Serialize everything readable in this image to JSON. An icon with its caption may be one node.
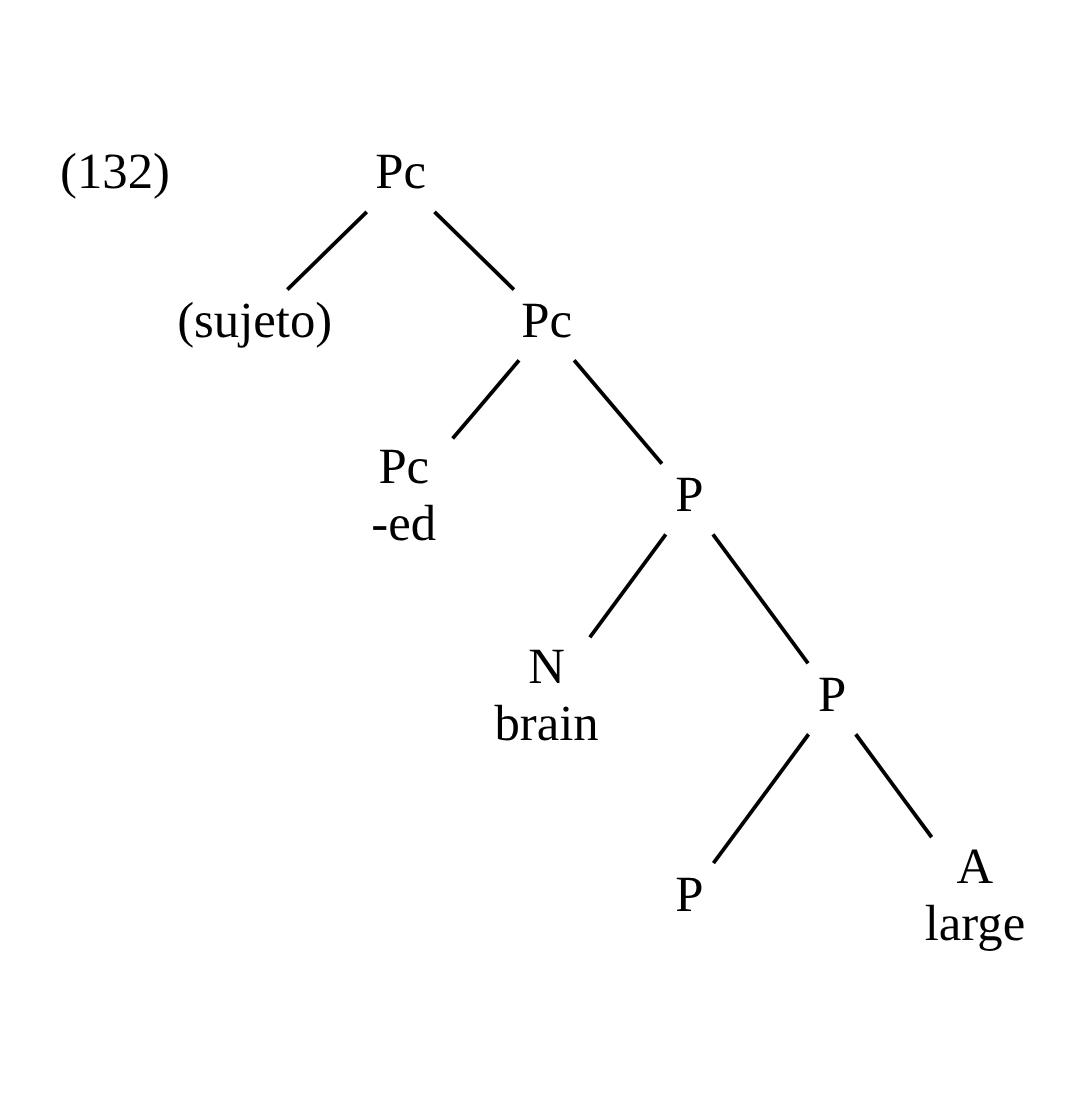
{
  "diagram": {
    "nodes": [
      {
        "text": [
          "Pc"
        ]
      },
      {
        "text": [
          "(sujeto)"
        ]
      },
      {
        "text": [
          "Pc"
        ]
      },
      {
        "text": [
          "Pc",
          "-ed"
        ]
      },
      {
        "text": [
          "P"
        ]
      },
      {
        "text": [
          "N",
          "brain"
        ]
      },
      {
        "text": [
          "P"
        ]
      },
      {
        "text": [
          "P"
        ]
      },
      {
        "text": [
          "A",
          "large"
        ]
      }
    ],
    "edges": [
      {
        "from": 0,
        "to": 1,
        "arrow": "none"
      },
      {
        "from": 0,
        "to": 2,
        "arrow": "none"
      },
      {
        "from": 2,
        "to": 3,
        "arrow": "none"
      },
      {
        "from": 2,
        "to": 4,
        "arrow": "none"
      },
      {
        "from": 4,
        "to": 5,
        "arrow": "none"
      },
      {
        "from": 4,
        "to": 6,
        "arrow": "none"
      },
      {
        "from": 6,
        "to": 7,
        "arrow": "none"
      },
      {
        "from": 6,
        "to": 8,
        "arrow": "none"
      }
    ],
    "labels": [
      "(132)"
    ]
  }
}
